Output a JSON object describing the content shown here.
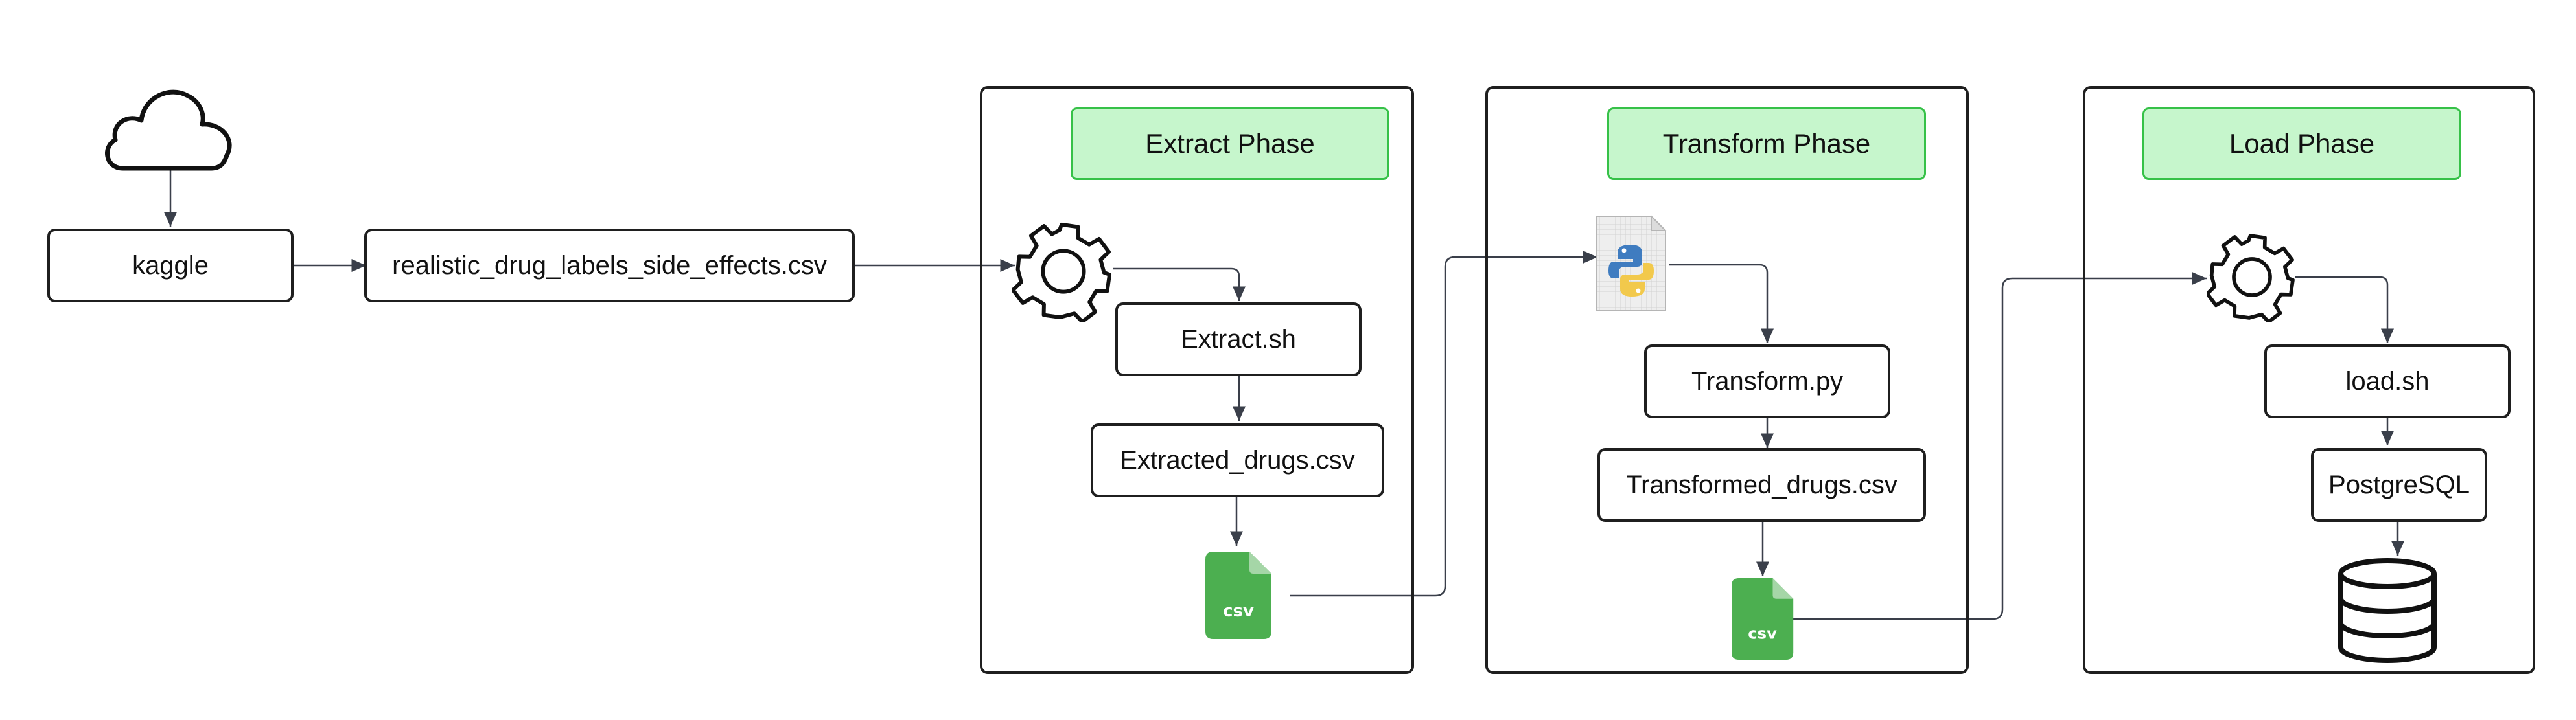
{
  "diagram": {
    "source": {
      "cloud_icon": "cloud-icon",
      "kaggle_label": "kaggle",
      "dataset_label": "realistic_drug_labels_side_effects.csv"
    },
    "phases": [
      {
        "title": "Extract Phase",
        "steps": [
          "Extract.sh",
          "Extracted_drugs.csv"
        ],
        "icons": [
          "gear-icon",
          "csv-file-icon"
        ]
      },
      {
        "title": "Transform Phase",
        "steps": [
          "Transform.py",
          "Transformed_drugs.csv"
        ],
        "icons": [
          "python-file-icon",
          "csv-file-icon"
        ]
      },
      {
        "title": "Load Phase",
        "steps": [
          "load.sh",
          "PostgreSQL"
        ],
        "icons": [
          "gear-icon",
          "database-icon"
        ]
      }
    ],
    "csv_badge": "csv",
    "colors": {
      "phase_header_fill": "#c6f6cc",
      "phase_header_border": "#36c148",
      "csv_icon": "#4caf50",
      "connector": "#3a3f4a"
    }
  }
}
